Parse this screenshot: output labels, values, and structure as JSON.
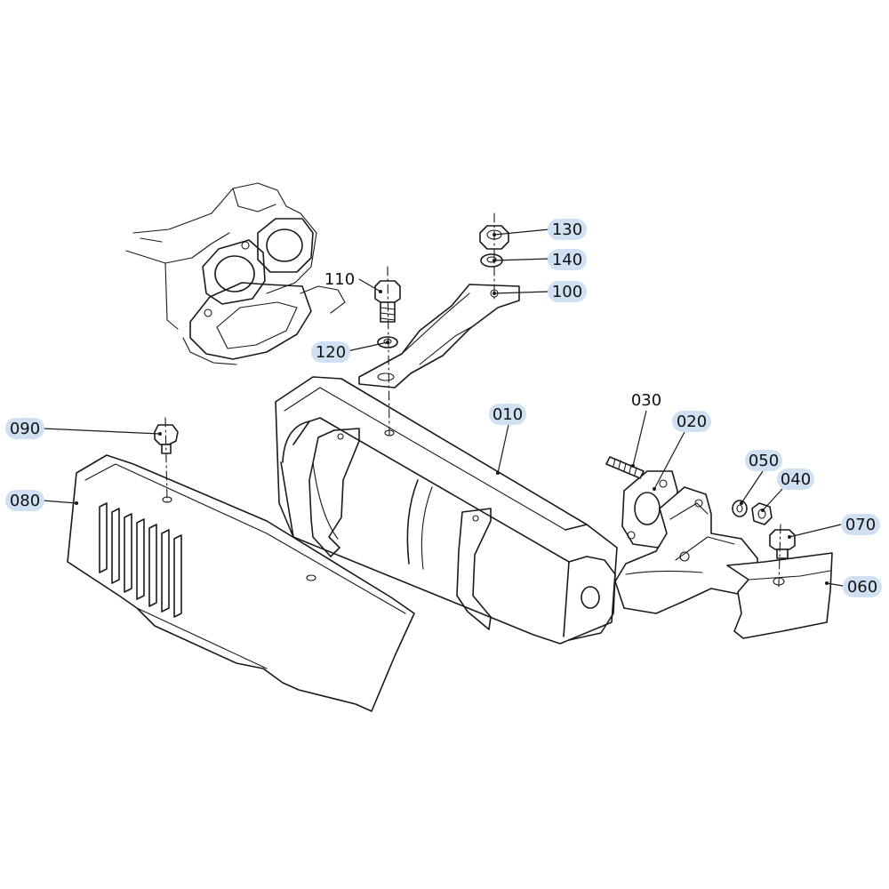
{
  "callouts": {
    "p010": "010",
    "p020": "020",
    "p030": "030",
    "p040": "040",
    "p050": "050",
    "p060": "060",
    "p070": "070",
    "p080": "080",
    "p090": "090",
    "p100": "100",
    "p110": "110",
    "p120": "120",
    "p130": "130",
    "p140": "140"
  },
  "highlight_color": "#cfe0f3",
  "line_color": "#1a1a1a"
}
